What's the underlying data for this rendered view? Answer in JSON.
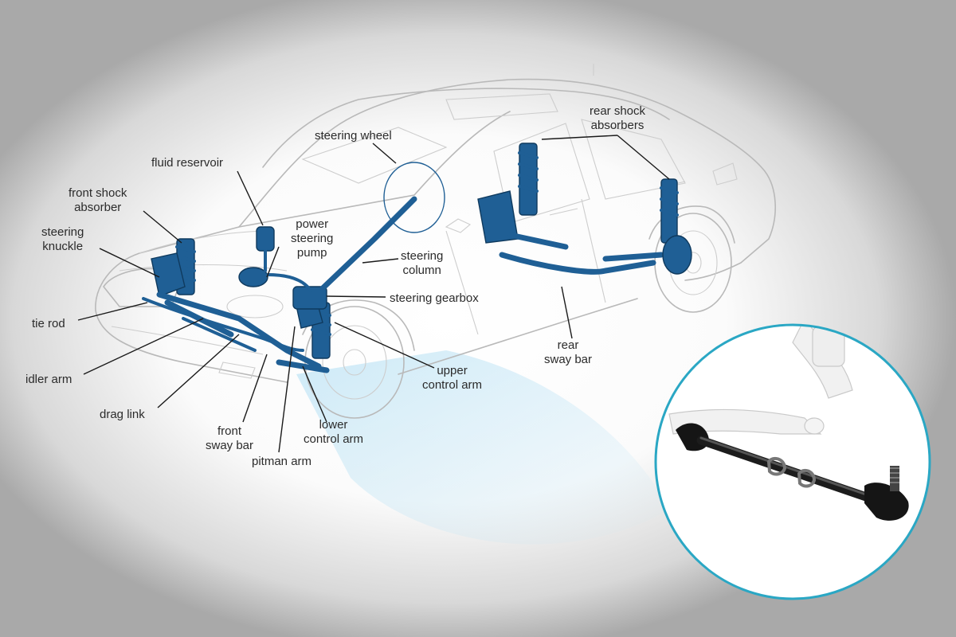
{
  "colors": {
    "part_blue": "#1f5f95",
    "part_dark": "#0f3a5e",
    "inset_ring": "#2aa7c4",
    "highlight_beam": "#bfe4f5",
    "vignette": "#a9a9a9"
  },
  "labels": {
    "steering_wheel": "steering wheel",
    "fluid_reservoir": "fluid reservoir",
    "front_shock_absorber": "front shock\nabsorber",
    "steering_knuckle": "steering\nknuckle",
    "power_steering_pump": "power\nsteering\npump",
    "steering_column": "steering\ncolumn",
    "steering_gearbox": "steering gearbox",
    "tie_rod": "tie rod",
    "idler_arm": "idler arm",
    "drag_link": "drag link",
    "front_sway_bar": "front\nsway bar",
    "pitman_arm": "pitman arm",
    "lower_control_arm": "lower\ncontrol arm",
    "upper_control_arm": "upper\ncontrol arm",
    "rear_sway_bar": "rear\nsway bar",
    "rear_shock_absorbers": "rear shock\nabsorbers"
  },
  "inset": {
    "subject": "tie rod close-up",
    "icon": "tie-rod-icon"
  }
}
